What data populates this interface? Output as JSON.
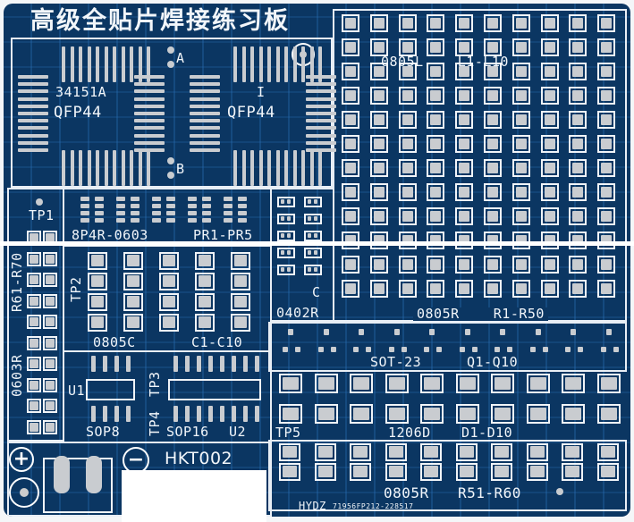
{
  "board": {
    "title": "高级全贴片焊接练习板",
    "model": "HKT002",
    "maker": "HYDZ",
    "serial": "71956FP212-228517",
    "colors": {
      "board": "#0b3662",
      "silkscreen": "#f2f6fa",
      "pad": "#c9ccd0"
    }
  },
  "qfp": {
    "left_label_1": "34151A",
    "left_label_2": "QFP44",
    "right_label_1": "I",
    "right_label_2": "QFP44",
    "mark_a": "A",
    "mark_b": "B"
  },
  "sections": {
    "inductors": {
      "type": "0805L",
      "range": "L1-L10"
    },
    "resistors_r1": {
      "type": "0805R",
      "range": "R1-R50"
    },
    "resistor_network": {
      "type": "8P4R-0603",
      "range": "PR1-PR5"
    },
    "capacitors": {
      "type": "0805C",
      "range": "C1-C10"
    },
    "small_resistors": {
      "type": "0402R",
      "mark": "C"
    },
    "left_resistors": {
      "range": "R61-R70",
      "type": "0603R"
    },
    "transistors": {
      "type": "SOT-23",
      "range": "Q1-Q10"
    },
    "diodes": {
      "type": "1206D",
      "range": "D1-D10"
    },
    "resistors_r51": {
      "type": "0805R",
      "range": "R51-R60"
    },
    "sop8": {
      "ref": "U1",
      "type": "SOP8"
    },
    "sop16": {
      "type": "SOP16",
      "ref": "U2"
    }
  },
  "test_points": [
    "TP1",
    "TP2",
    "TP3",
    "TP4",
    "TP5"
  ],
  "power": {
    "plus": "+",
    "minus": "−"
  }
}
